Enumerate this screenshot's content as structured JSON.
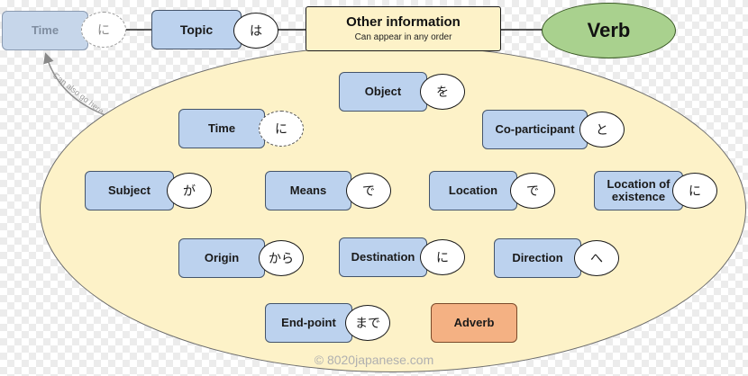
{
  "diagram": {
    "top_row": {
      "time": {
        "label": "Time",
        "particle": "に"
      },
      "topic": {
        "label": "Topic",
        "particle": "は"
      },
      "other_information": {
        "title": "Other information",
        "subtitle": "Can appear in any order"
      },
      "verb": {
        "label": "Verb"
      }
    },
    "arrow_label": "Can also go here",
    "elements": [
      {
        "id": "object",
        "label": "Object",
        "particle": "を"
      },
      {
        "id": "time",
        "label": "Time",
        "particle": "に"
      },
      {
        "id": "co-participant",
        "label": "Co-participant",
        "particle": "と"
      },
      {
        "id": "subject",
        "label": "Subject",
        "particle": "が"
      },
      {
        "id": "means",
        "label": "Means",
        "particle": "で"
      },
      {
        "id": "location",
        "label": "Location",
        "particle": "で"
      },
      {
        "id": "location-of-existence",
        "label": "Location of\nexistence",
        "particle": "に"
      },
      {
        "id": "origin",
        "label": "Origin",
        "particle": "から"
      },
      {
        "id": "destination",
        "label": "Destination",
        "particle": "に"
      },
      {
        "id": "direction",
        "label": "Direction",
        "particle": "へ"
      },
      {
        "id": "end-point",
        "label": "End-point",
        "particle": "まで"
      },
      {
        "id": "adverb",
        "label": "Adverb"
      }
    ],
    "watermark": "© 8020japanese.com"
  }
}
